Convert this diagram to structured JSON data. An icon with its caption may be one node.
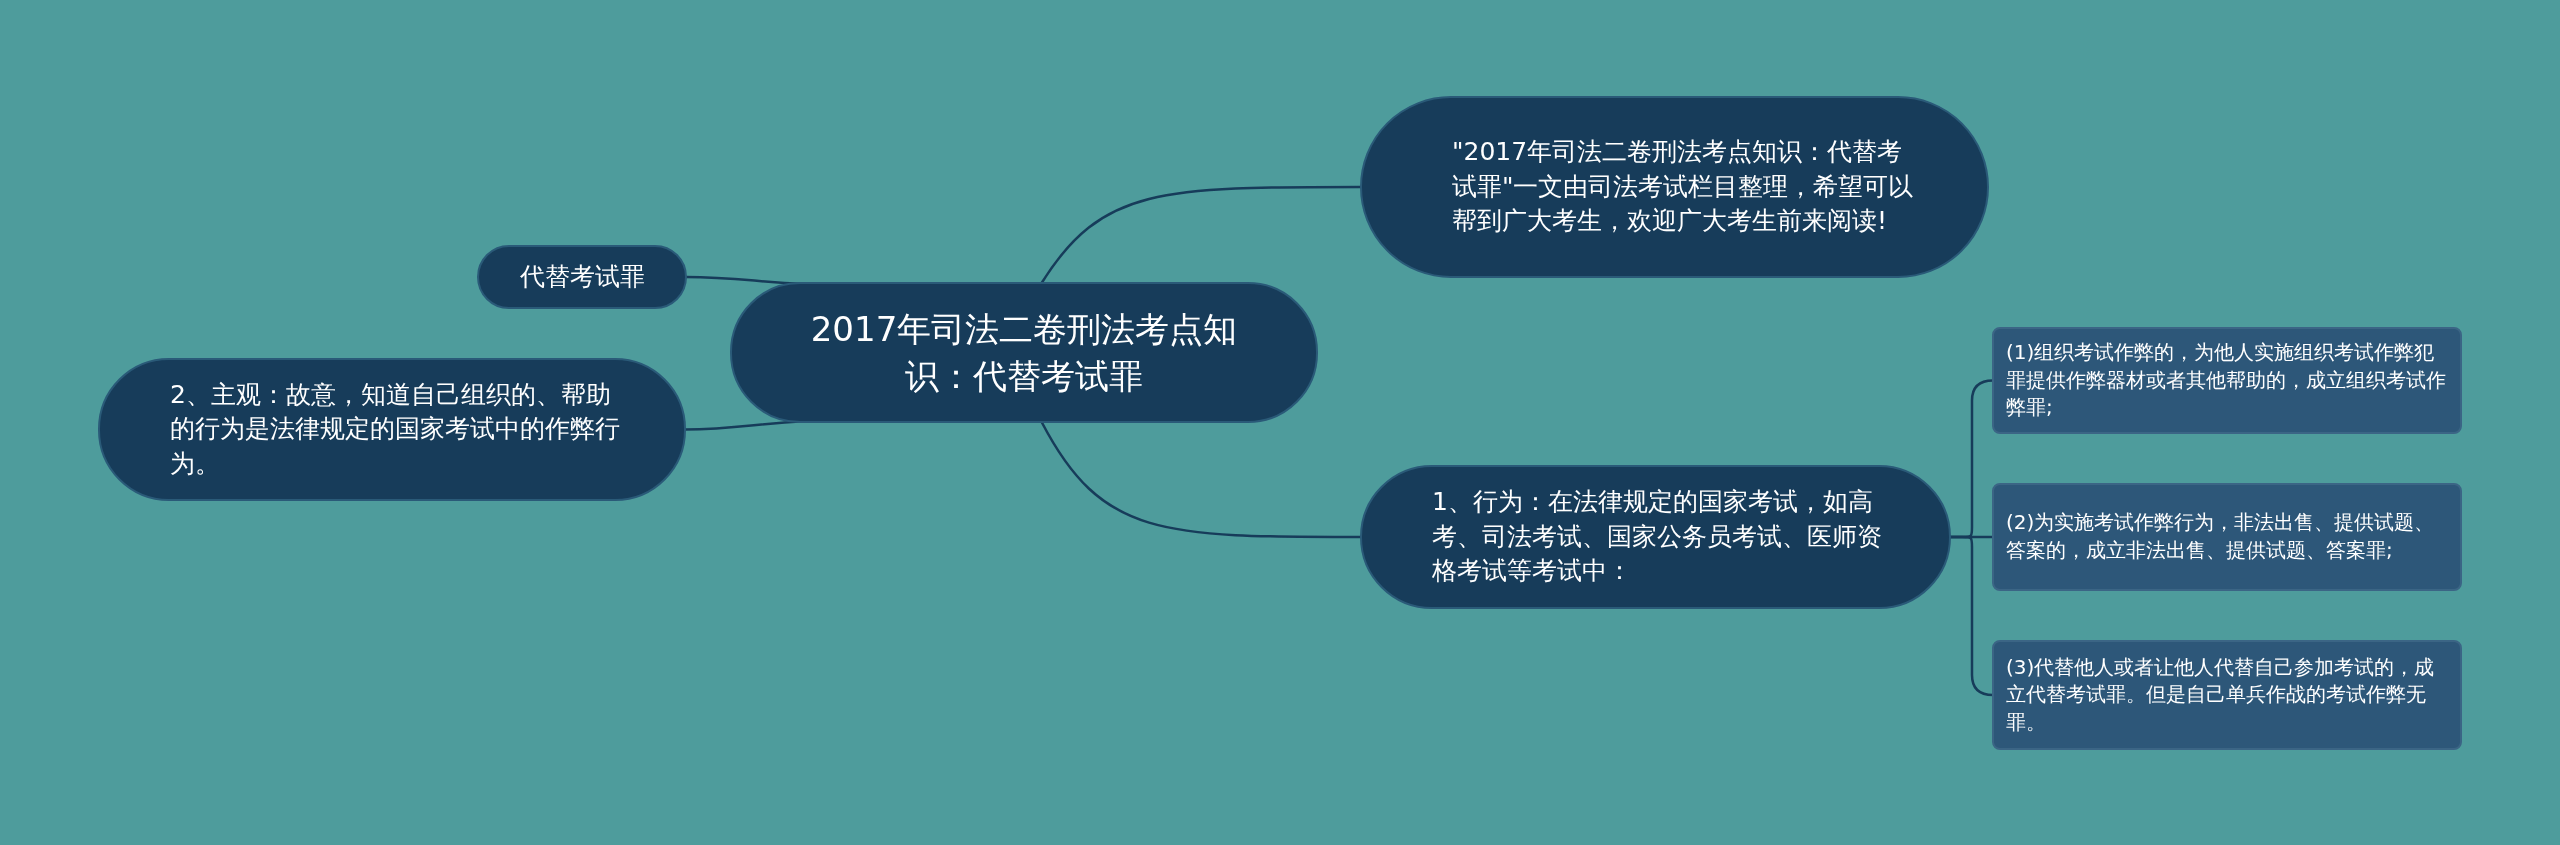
{
  "diagram": {
    "nodes": [
      {
        "text": [
          "2017年司法二卷刑法考点知识：代替考试罪"
        ]
      },
      {
        "text": [
          "\"2017年司法二卷刑法考点知识：代替考试罪\"一文由司法考试栏目整理，希望可以帮到广大考生，欢迎广大考生前来阅读!"
        ]
      },
      {
        "text": [
          "代替考试罪"
        ]
      },
      {
        "text": [
          "2、主观：故意，知道自己组织的、帮助的行为是法律规定的国家考试中的作弊行为。"
        ]
      },
      {
        "text": [
          "1、行为：在法律规定的国家考试，如高考、司法考试、国家公务员考试、医师资格考试等考试中："
        ]
      },
      {
        "text": [
          "(1)组织考试作弊的，为他人实施组织考试作弊犯罪提供作弊器材或者其他帮助的，成立组织考试作弊罪;"
        ]
      },
      {
        "text": [
          "(2)为实施考试作弊行为，非法出售、提供试题、答案的，成立非法出售、提供试题、答案罪;"
        ]
      },
      {
        "text": [
          "(3)代替他人或者让他人代替自己参加考试的，成立代替考试罪。但是自己单兵作战的考试作弊无罪。"
        ]
      }
    ],
    "edges": [
      {
        "from": 0,
        "to": 1,
        "arrow": "none"
      },
      {
        "from": 0,
        "to": 2,
        "arrow": "none"
      },
      {
        "from": 0,
        "to": 3,
        "arrow": "none"
      },
      {
        "from": 0,
        "to": 4,
        "arrow": "none"
      },
      {
        "from": 4,
        "to": 5,
        "arrow": "none"
      },
      {
        "from": 4,
        "to": 6,
        "arrow": "none"
      },
      {
        "from": 4,
        "to": 7,
        "arrow": "none"
      }
    ]
  }
}
